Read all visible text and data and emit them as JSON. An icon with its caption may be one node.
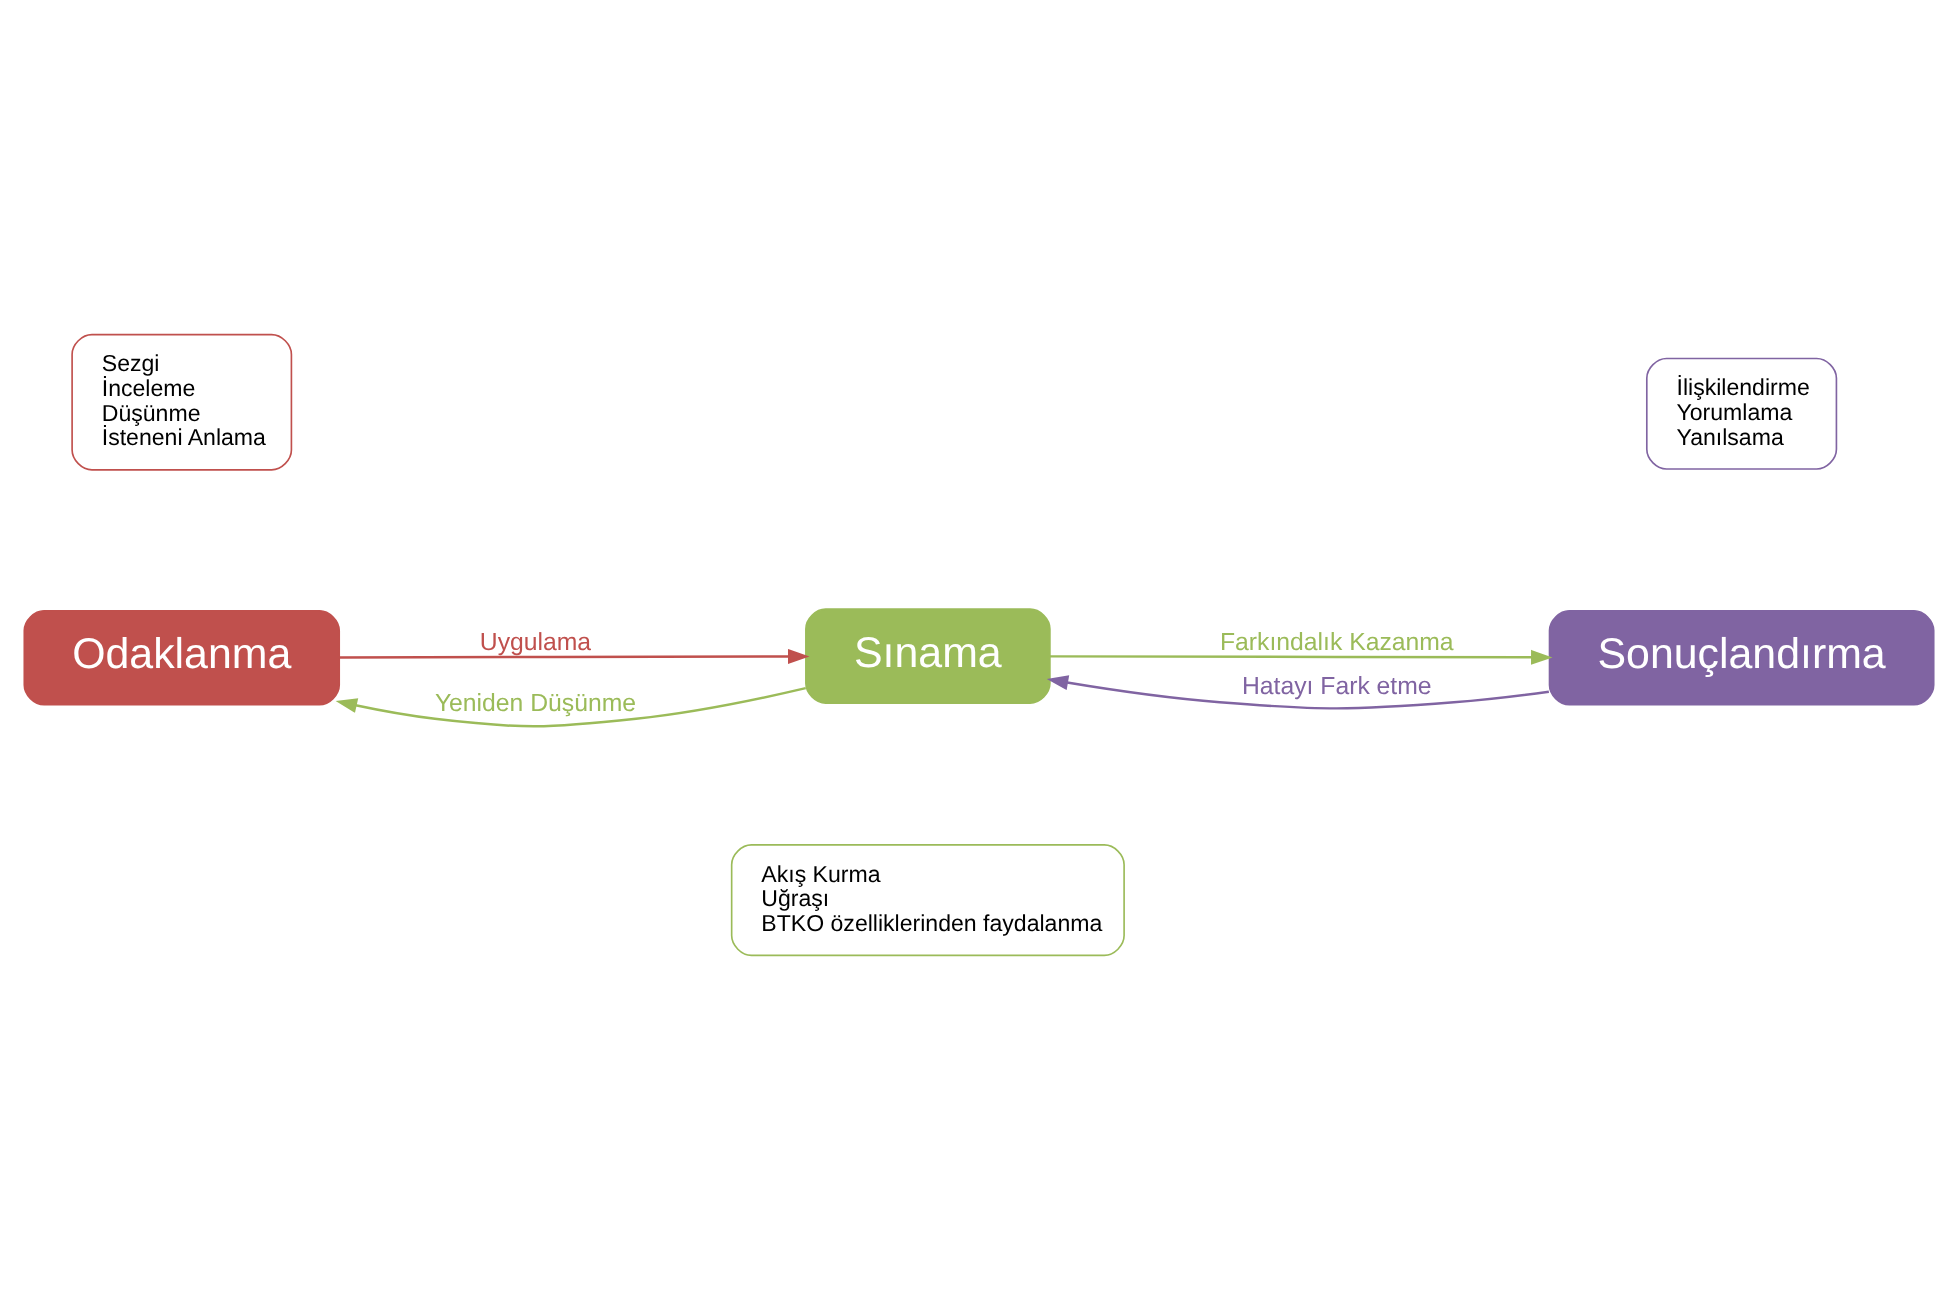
{
  "diagram": {
    "nodes": [
      {
        "text": [
          "Sezgi",
          "İnceleme",
          "Düşünme",
          "İsteneni Anlama"
        ]
      },
      {
        "text": [
          "Odaklanma"
        ]
      },
      {
        "text": [
          "Sınama"
        ]
      },
      {
        "text": [
          "Akış Kurma",
          "Uğraşı",
          "BTKO özelliklerinden faydalanma"
        ]
      },
      {
        "text": [
          "İlişkilendirme",
          "Yorumlama",
          "Yanılsama"
        ]
      },
      {
        "text": [
          "Sonuçlandırma"
        ]
      }
    ],
    "edges": [
      {
        "from": 2,
        "to": 1,
        "arrow": "to",
        "label": "Yeniden Düşünme",
        "color": "#9bbb59"
      },
      {
        "from": 2,
        "to": 5,
        "arrow": "to",
        "label": "Farkındalık Kazanma",
        "color": "#9bbb59"
      },
      {
        "from": 1,
        "to": 2,
        "arrow": "to",
        "label": "Uygulama",
        "color": "#c0504d"
      },
      {
        "from": 5,
        "to": 2,
        "arrow": "to",
        "label": "Hatayı Fark etme",
        "color": "#8064a2"
      }
    ]
  }
}
